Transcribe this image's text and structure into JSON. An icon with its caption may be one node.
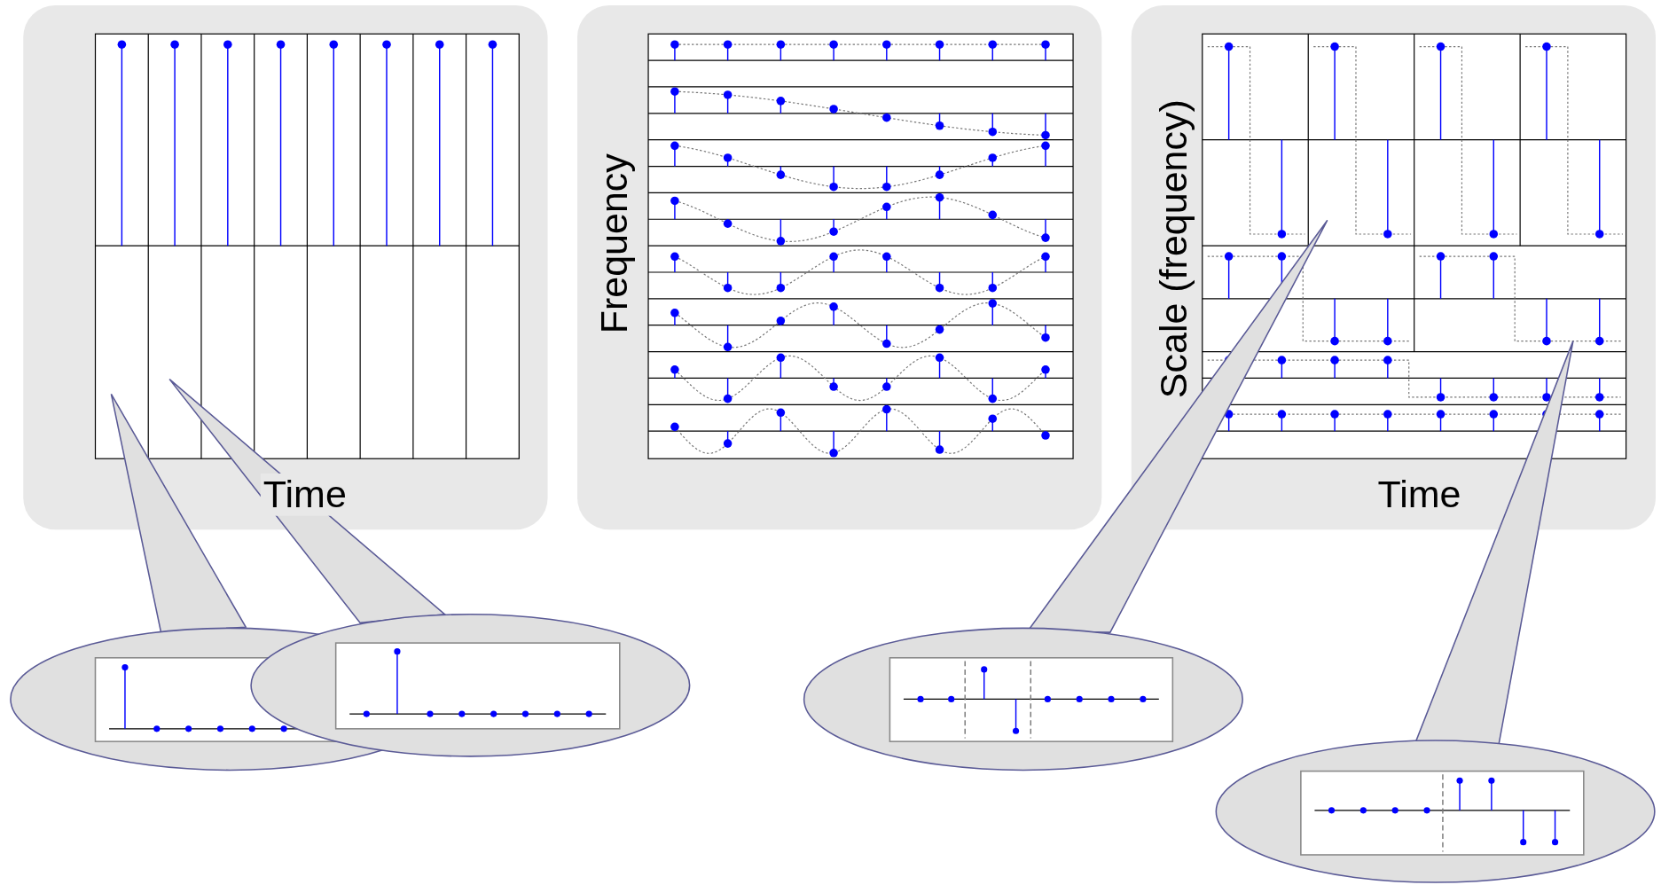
{
  "diagram": {
    "labels": [
      "Time",
      "Frequency",
      "Scale (frequency)",
      "Time"
    ]
  }
}
